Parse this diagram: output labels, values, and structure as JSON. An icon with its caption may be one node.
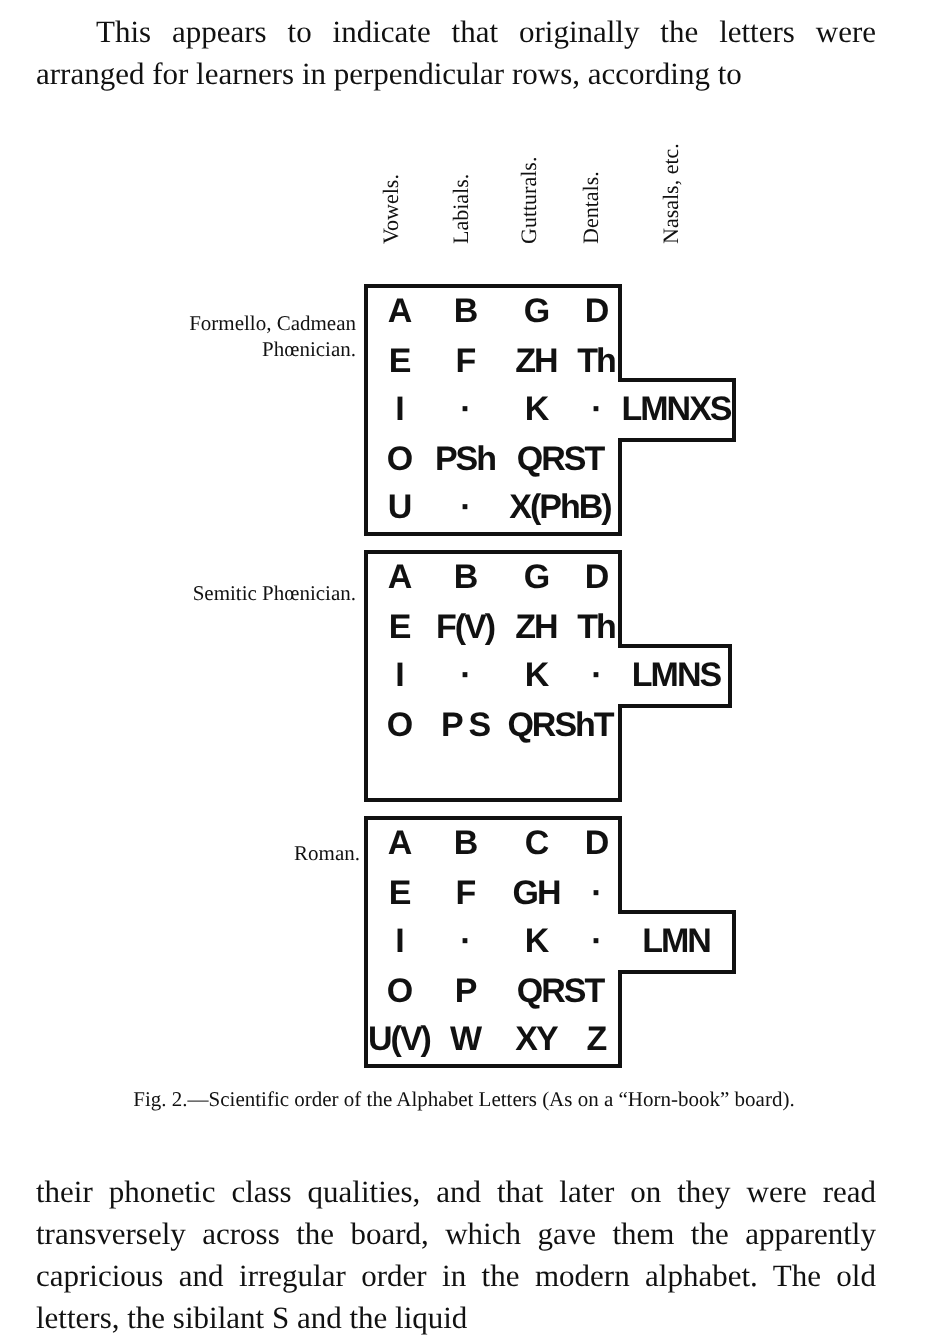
{
  "diagram": {
    "caption": "Fig. 2.—Scientific order of the Alphabet Letters (As on a “Horn-book” board).",
    "nodes": [
      {
        "text": [
          "A",
          "B",
          "G",
          "D",
          "E",
          "F",
          "ZH",
          "Th",
          "I",
          "·",
          "K",
          "·",
          "LMNXS",
          "O",
          "PSh",
          "QRST",
          "U",
          "·",
          "X(PhB)"
        ],
        "beside": [
          "Formello, Cadmean Phœnician."
        ]
      },
      {
        "text": [
          "A",
          "B",
          "G",
          "D",
          "E",
          "F(V)",
          "ZH",
          "Th",
          "I",
          "·",
          "K",
          "·",
          "LMNS",
          "O",
          "P S",
          "QRShT"
        ],
        "beside": [
          "Semitic Phœnician."
        ]
      },
      {
        "text": [
          "A",
          "B",
          "C",
          "D",
          "E",
          "F",
          "GH",
          "·",
          "I",
          "·",
          "K",
          "·",
          "LMN",
          "O",
          "P",
          "QRST",
          "U(V)",
          "W",
          "XY",
          "Z"
        ],
        "beside": [
          "Roman."
        ]
      }
    ],
    "labels": [
      "This appears to indicate that originally the letters were arranged for learners in perpendicular rows, according to",
      "Vowels.",
      "Labials.",
      "Gutturals.",
      "Dentals.",
      "Nasals, etc.",
      "their phonetic class qualities, and that later on they were read transversely across the board, which gave them the apparently capricious and irregular order in the modern alphabet.  The old letters, the sibilant S and the liquid"
    ]
  }
}
